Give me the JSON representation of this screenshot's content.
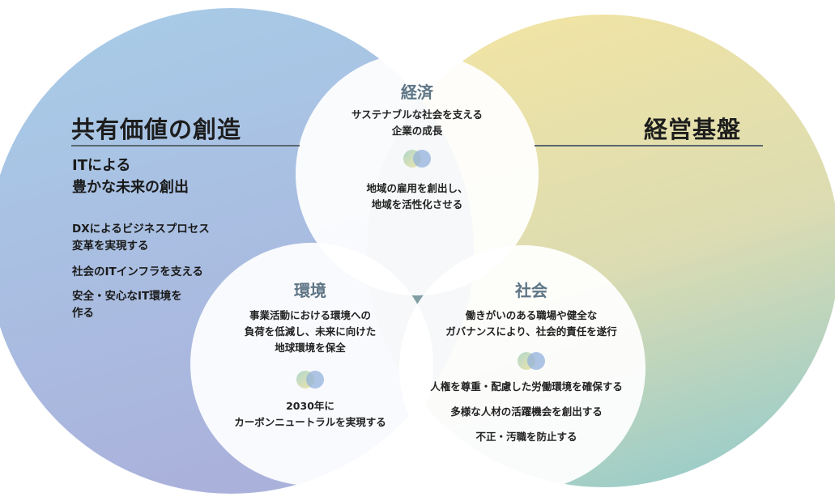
{
  "left": {
    "heading": "共有価値の創造",
    "subheading": [
      "ITによる",
      "豊かな未来の創出"
    ],
    "items": [
      "DXによるビジネスプロセス",
      "変革を実現する",
      "社会のITインフラを支える",
      "安全・安心なIT環境を",
      "作る"
    ]
  },
  "right": {
    "heading": "経営基盤"
  },
  "economy": {
    "title": "経済",
    "description": [
      "サステナブルな社会を支える",
      "企業の成長"
    ],
    "goals": [
      "地域の雇用を創出し、",
      "地域を活性化させる"
    ]
  },
  "environment": {
    "title": "環境",
    "description": [
      "事業活動における環境への",
      "負荷を低減し、未来に向けた",
      "地球環境を保全"
    ],
    "goals": [
      "2030年に",
      "カーボンニュートラルを実現する"
    ]
  },
  "society": {
    "title": "社会",
    "description": [
      "働きがいのある職場や健全な",
      "ガバナンスにより、社会的責任を遂行"
    ],
    "goals": [
      "人権を尊重・配慮した労働環境を確保する",
      "多様な人材の活躍機会を創出する",
      "不正・汚職を防止する"
    ]
  },
  "colors": {
    "left_top": "#a8cbe7",
    "left_bottom": "#aab4dc",
    "right_top": "#f0e4a6",
    "right_bottom": "#9ecdc8",
    "ring": "#86a7a8",
    "title": "#5e7585"
  }
}
